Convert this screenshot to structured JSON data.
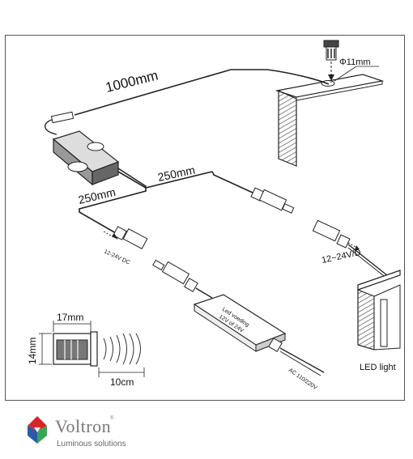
{
  "labels": {
    "cable_main": "1000mm",
    "cable_branch_a": "250mm",
    "cable_branch_b": "250mm",
    "hole_diameter": "Φ11mm",
    "input_voltage_left": "12-24V DC",
    "input_voltage_right": "12~24V/D",
    "driver_line1": "Led voeding",
    "driver_line2": "12V of 24V",
    "driver_ac": "AC 110/220V",
    "led_light": "LED light",
    "sensor_width": "17mm",
    "sensor_height": "14mm",
    "sensor_range": "10cm"
  },
  "brand": {
    "name": "Voltron",
    "registered": "®",
    "tagline": "Luminous solutions",
    "colors": {
      "red": "#d6262b",
      "green": "#3aa655",
      "blue": "#2a5aa8",
      "gray": "#8a8a8a"
    }
  },
  "icons": [
    "voltron-logo-icon",
    "sensor-icon",
    "connector-icon",
    "power-driver-icon",
    "cabinet-icon"
  ]
}
